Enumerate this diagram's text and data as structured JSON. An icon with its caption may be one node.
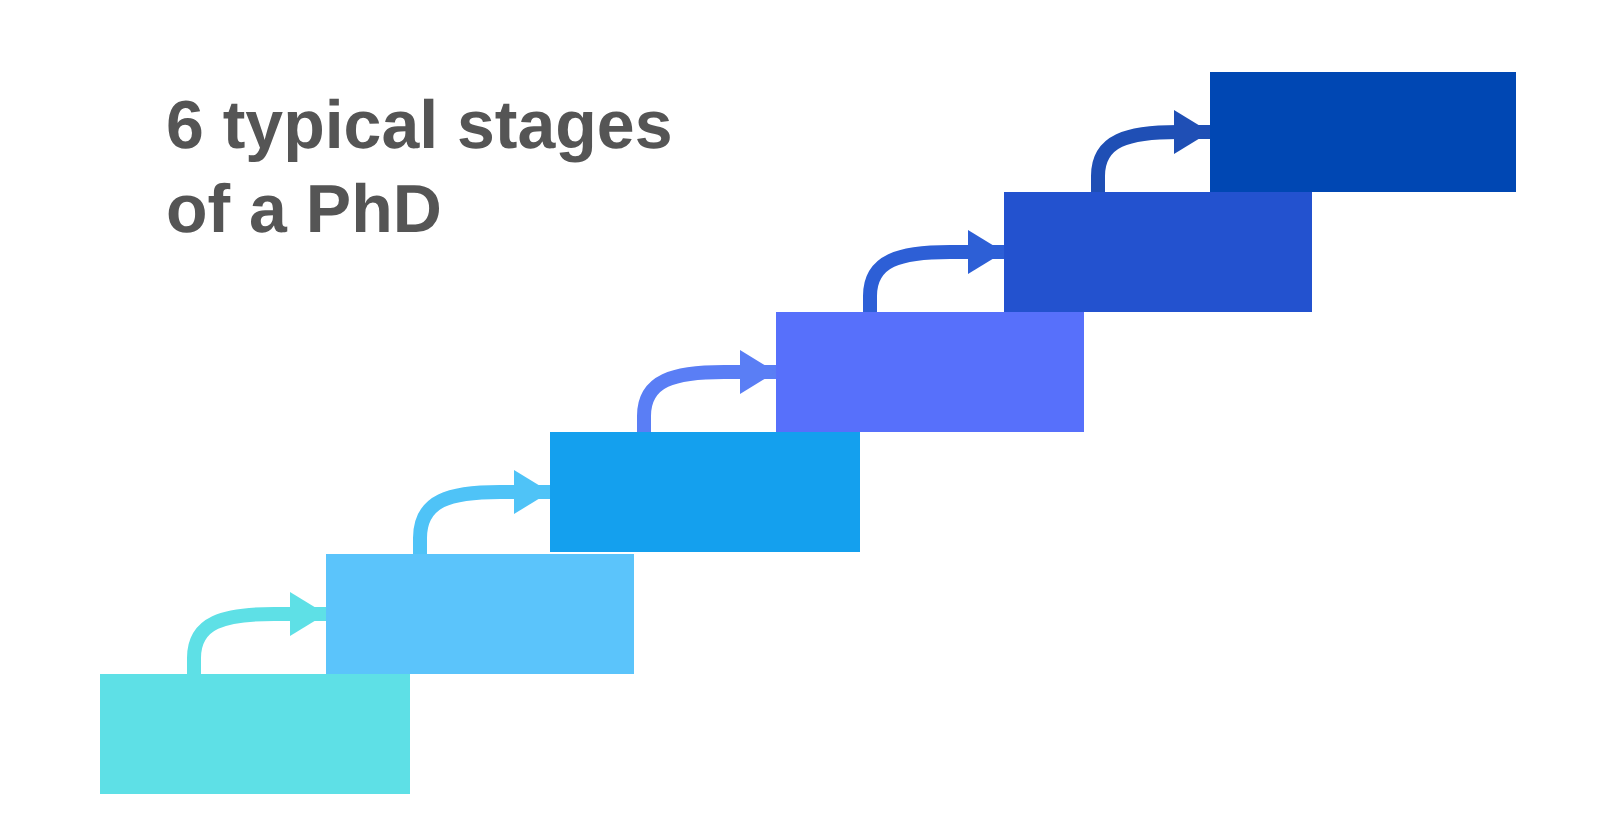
{
  "diagram": {
    "title": "6 typical stages of a PhD",
    "nodes": [
      {
        "text": [],
        "shape": "box"
      },
      {
        "text": [],
        "shape": "box"
      },
      {
        "text": [],
        "shape": "box"
      },
      {
        "text": [],
        "shape": "box"
      },
      {
        "text": [],
        "shape": "box"
      },
      {
        "text": [],
        "shape": "box"
      }
    ],
    "edges": [
      {
        "from": 0,
        "to": 1,
        "arrow": "to",
        "color": "#5ee0e6"
      },
      {
        "from": 1,
        "to": 2,
        "arrow": "to",
        "color": "#4fc3f7"
      },
      {
        "from": 2,
        "to": 3,
        "arrow": "to",
        "color": "#5a7ef5"
      },
      {
        "from": 3,
        "to": 4,
        "arrow": "to",
        "color": "#2d5fd6"
      },
      {
        "from": 4,
        "to": 5,
        "arrow": "to",
        "color": "#1f4fb5"
      }
    ]
  }
}
